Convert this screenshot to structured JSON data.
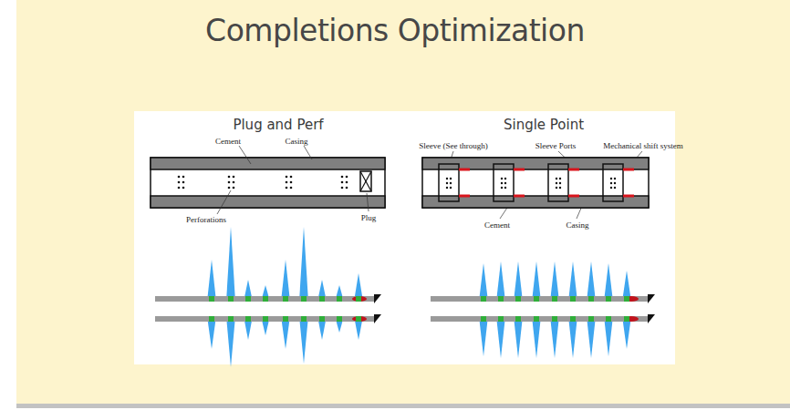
{
  "diagram": {
    "title": "Completions Optimization",
    "labels": [
      "Plug and Perf",
      "Cement",
      "Casing",
      "Perforations",
      "Plug",
      "Single Point",
      "Sleeve (See through)",
      "Sleeve Ports",
      "Mechanical shift system",
      "Cement",
      "Casing"
    ]
  }
}
